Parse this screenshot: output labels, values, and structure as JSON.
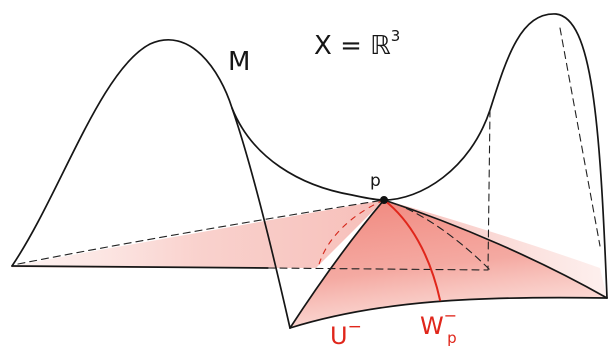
{
  "labels": {
    "space": "X = ℝ",
    "space_exponent": "3",
    "manifold": "M",
    "point": "p",
    "unstable_set": "U",
    "unstable_set_superscript": "−",
    "unstable_manifold": "W",
    "unstable_manifold_superscript": "−",
    "unstable_manifold_subscript": "p"
  },
  "colors": {
    "ink": "#161616",
    "accent": "#e0261b",
    "shade": "#f08a80"
  }
}
